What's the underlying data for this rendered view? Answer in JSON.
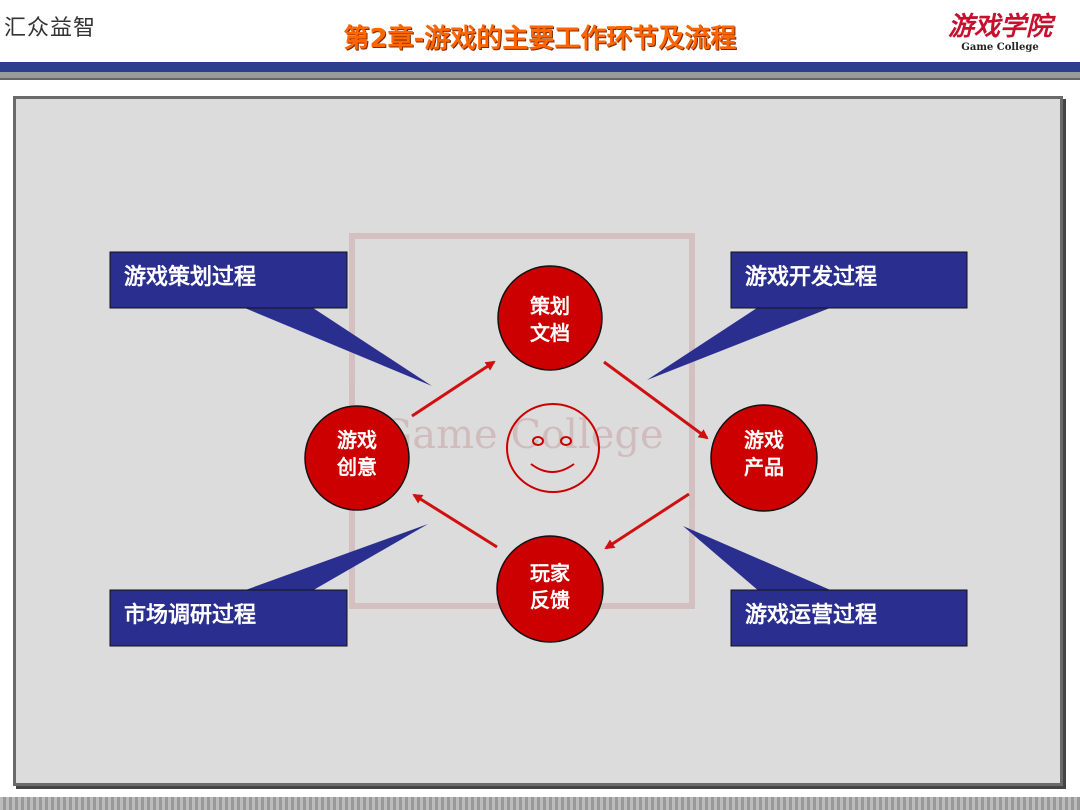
{
  "header": {
    "logo_left": "汇众益智",
    "title": "第2章-游戏的主要工作环节及流程",
    "logo_right_cn": "游戏学院",
    "logo_right_en": "Game College"
  },
  "watermark": {
    "text": "Game College"
  },
  "nodes": {
    "plan_doc": [
      "策划",
      "文档"
    ],
    "game_idea": [
      "游戏",
      "创意"
    ],
    "game_product": [
      "游戏",
      "产品"
    ],
    "player_feedback": [
      "玩家",
      "反馈"
    ]
  },
  "callouts": {
    "planning": "游戏策划过程",
    "development": "游戏开发过程",
    "research": "市场调研过程",
    "operation": "游戏运营过程"
  },
  "colors": {
    "node_fill": "#cc0000",
    "arrow": "#d01010",
    "callout_fill": "#2a2f8f",
    "title": "#ff6600",
    "header_blue": "#2c3f8c"
  }
}
